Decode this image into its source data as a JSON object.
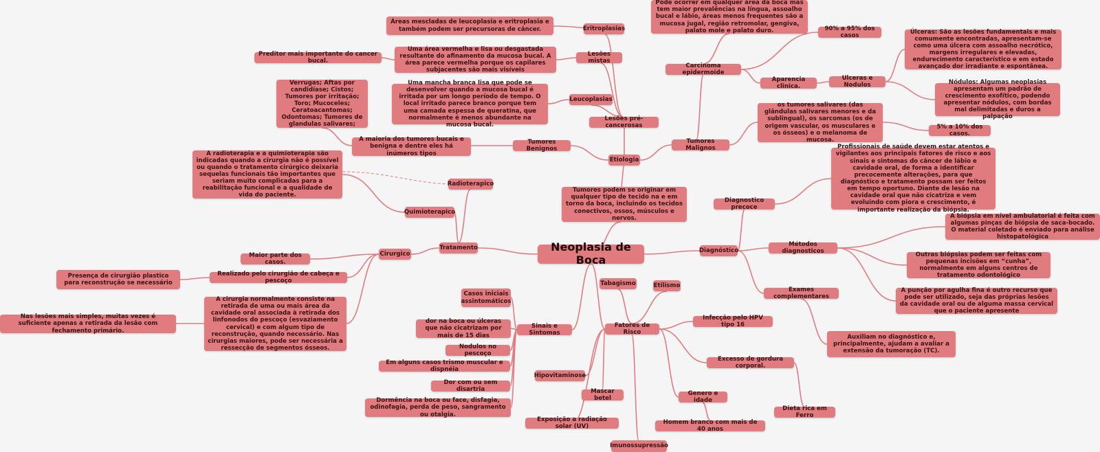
{
  "colors": {
    "node": "#e07c80",
    "link": "#e07c80",
    "background": "#f5f5f5",
    "text": "#3a1214"
  },
  "root": {
    "label": "Neoplasia de Boca"
  },
  "nodes": {
    "origem": {
      "label": "Tumores podem se originar em qualquer tipo de tecido na e em torno da boca, incluindo os tecidos conectivos, ossos, músculos e nervos."
    },
    "etiologia": {
      "label": "Etiologia"
    },
    "lesoes_pre": {
      "label": "Lesões pré-cancerosas"
    },
    "eritroplasias": {
      "label": "Eritroplasias"
    },
    "eritro_text": {
      "label": "Áreas mescladas de leucoplasia e eritroplasia e também podem ser precursoras de câncer."
    },
    "lesoes_mistas": {
      "label": "Lesões mistas"
    },
    "mistas_text": {
      "label": "Uma área vermelha e lisa ou desgastada resultante do afinamento da mucosa bucal. A área parece vermelha porque os capilares subjacentes são mais visíveis"
    },
    "preditor": {
      "label": "Preditor mais importante do cancer bucal."
    },
    "leucoplasias": {
      "label": "Leucoplasias"
    },
    "leuco_text": {
      "label": "Uma mancha branca lisa que pode se desenvolver quando a mucosa bucal é irritada por um longo período de tempo. O local irritado parece branco porque tem uma camada espessa de queratina, que normalmente é menos abundante na mucosa bucal."
    },
    "tumores_benignos": {
      "label": "Tumores Benignos"
    },
    "benignos_text": {
      "label": "A maioria dos tumores bucais e benigna e dentre eles há inúmeros tipos"
    },
    "verrugas": {
      "label": "Verrugas; Aftas por candidíase; Cistos; Tumores por irritação; Toro; Mucoceles; Ceratoacantomas; Odontomas; Tumores de glandulas salivares;"
    },
    "tumores_malignos": {
      "label": "Tumores Malignos"
    },
    "carcinoma": {
      "label": "Carcinoma epidermoide"
    },
    "carcinoma_text": {
      "label": "Pode ocorrer em qualquer área da boca mas tem maior prevalências na língua, assoalho bucal e lábio, áreas menos frequentes são a mucosa jugal, região retromolar, gengiva, palato mole e palato duro."
    },
    "pct_90": {
      "label": "90% a 95% dos casos"
    },
    "aparencia": {
      "label": "Aparencia clinica."
    },
    "ulceras_nodulos": {
      "label": "Ulceras e Nodulos"
    },
    "ulceras_text": {
      "label": "Úlceras: São as lesões fundamentais e mais comumente encontradas, apresentam-se como uma úlcera com assoalho necrótico, margens irregulares e elevadas, endurecimento característico e em estado avançado dor irradiante e espontânea."
    },
    "nodulos_text": {
      "label": "Nódulos: Algumas neoplasias apresentam um padrão de crescimento exofítico, podendo apresentar nódulos, com bordas mal delimitadas e duros a palpação"
    },
    "salivares": {
      "label": "os tumores salivares (das glândulas salivares menores e da sublingual), os sarcomas (os de origem vascular, os musculares e os ósseos) e o melanoma de mucosa."
    },
    "pct_5": {
      "label": "5% a 10% dos casos."
    },
    "tratamento": {
      "label": "Tratamento"
    },
    "radioterapico": {
      "label": "Radioterapico"
    },
    "quimioterapico": {
      "label": "Quimioterapico"
    },
    "radio_text": {
      "label": "A radioterapia e a quimioterapia são indicadas quando a cirurgia não é possível ou quando o tratamento cirúrgico deixaria sequelas funcionais tão importantes que seriam muito complicadas para a reabilitação funcional e a qualidade de vida do paciente."
    },
    "cirurgico": {
      "label": "Cirurgico"
    },
    "maior_parte": {
      "label": "Maior parte dos casos."
    },
    "realizado": {
      "label": "Realizado pelo cirurgião de cabeça e pescoço"
    },
    "plastico": {
      "label": "Presença de cirurgião plastico para reconstrução se necessário"
    },
    "cirurgia_text": {
      "label": "A cirurgia normalmente consiste na retirada de uma ou mais área da cavidade oral associada à retirada dos linfonodos do pescoço (esvaziamento cervical) e com algum tipo de reconstrução, quando necessário. Nas cirurgias maiores, pode ser necessária a ressecção de segmentos ósseos."
    },
    "lesoes_simples": {
      "label": "Nas lesões mais simples, muitas vezes é suficiente apenas a retirada da lesão com fechamento primário."
    },
    "diagnostico": {
      "label": "Diagnóstico"
    },
    "diag_precoce": {
      "label": "Diagnostico precoce"
    },
    "precoce_text": {
      "label": "Profissionais de saúde devem estar atentos e vigilantes aos principais fatores de risco e aos sinais e sintomas do câncer de lábio e cavidade oral, de forma a identificar precocemente alterações, para que diagnóstico e tratamento possam ser feitos em tempo oportuno. Diante de lesão na cavidade oral que não cicatriza e vem evoluindo com piora e crescimento, é importante realização da biópsia."
    },
    "metodos": {
      "label": "Métodos diagnosticos"
    },
    "biopsia_text": {
      "label": "A biópsia em nível ambulatorial é feita com algumas pinças de biópsia de saca-bocado. O material coletado é enviado para análise histopatológica"
    },
    "outras_biopsias": {
      "label": "Outras biópsias podem ser feitas com pequenas incisões em “cunha”, normalmente em alguns centros de tratamento odontológico"
    },
    "puncao": {
      "label": "A punção por agulha fina é outro recurso que pode ser utilizado, seja das próprias lesões da cavidade oral ou de alguma massa cervical que o paciente apresente"
    },
    "exames": {
      "label": "Exames complementares"
    },
    "auxiliam": {
      "label": "Auxiliam no diagnóstico e, principalmente, ajudam a avaliar a extensão da tumoração (TC)."
    },
    "sinais": {
      "label": "Sinais e Sintomas"
    },
    "casos_iniciais": {
      "label": "Casos iniciais assintomáticos"
    },
    "dor_boca": {
      "label": "dor na boca ou úlceras que não cicatrizam por mais de 15 dias"
    },
    "nodulos_pescoco": {
      "label": "Nodulos no pescoço"
    },
    "trismo": {
      "label": "Em alguns casos trismo muscular e dispnéia"
    },
    "disartria": {
      "label": "Dor com ou sem disartria"
    },
    "dormencia": {
      "label": "Dormência na boca ou face, disfagia, odinofagia, perda de peso, sangramento ou otalgia."
    },
    "fatores": {
      "label": "Fatores de Risco"
    },
    "tabagismo": {
      "label": "Tabagismo"
    },
    "etilismo": {
      "label": "Etilismo"
    },
    "hpv": {
      "label": "Infecção pelo HPV tipo 16"
    },
    "gordura": {
      "label": "Excesso de gordura corporal."
    },
    "ferro": {
      "label": "Dieta rica em Ferro"
    },
    "genero": {
      "label": "Genero e idade"
    },
    "homem": {
      "label": "Homem branco com mais de 40 anos"
    },
    "imuno": {
      "label": "Imunossupressão"
    },
    "radiacao": {
      "label": "Exposição a radiação solar (UV)"
    },
    "betel": {
      "label": "Mascar betel"
    },
    "hipovitaminose": {
      "label": "Hipovitaminose"
    }
  }
}
